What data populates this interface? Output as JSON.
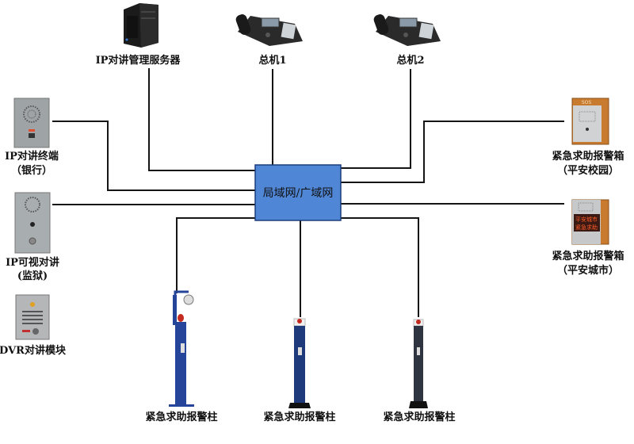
{
  "title": "IP对讲紧急求助报警系统拓扑图",
  "hub": {
    "label": "局域网/广域网",
    "color": "#4f86d6"
  },
  "devices": {
    "server": {
      "label": "IP对讲管理服务器",
      "icon": "server-tower-icon"
    },
    "console1": {
      "label": "总机1",
      "icon": "desk-phone-icon"
    },
    "console2": {
      "label": "总机2",
      "icon": "desk-phone-icon"
    },
    "terminal_bank": {
      "label": "IP对讲终端",
      "sublabel": "（银行）",
      "icon": "intercom-panel-icon"
    },
    "video_prison": {
      "label": "IP可视对讲",
      "sublabel": "(监狱)",
      "icon": "video-intercom-icon"
    },
    "dvr_module": {
      "label": "DVR对讲模块",
      "icon": "dvr-intercom-module-icon"
    },
    "box_campus": {
      "label": "紧急求助报警箱",
      "sublabel": "（平安校园）",
      "icon": "alarm-box-icon",
      "panel_text": "SOS"
    },
    "box_city": {
      "label": "紧急求助报警箱",
      "sublabel": "（平安城市）",
      "icon": "alarm-box-led-icon",
      "led_line1": "平安城市",
      "led_line2": "紧急求助"
    },
    "pillar1": {
      "label": "紧急求助报警柱",
      "icon": "alarm-pillar-camera-icon",
      "color": "#25459a"
    },
    "pillar2": {
      "label": "紧急求助报警柱",
      "icon": "alarm-pillar-icon",
      "color": "#1f3a7a"
    },
    "pillar3": {
      "label": "紧急求助报警柱",
      "icon": "alarm-pillar-icon",
      "color": "#2f3540"
    }
  }
}
